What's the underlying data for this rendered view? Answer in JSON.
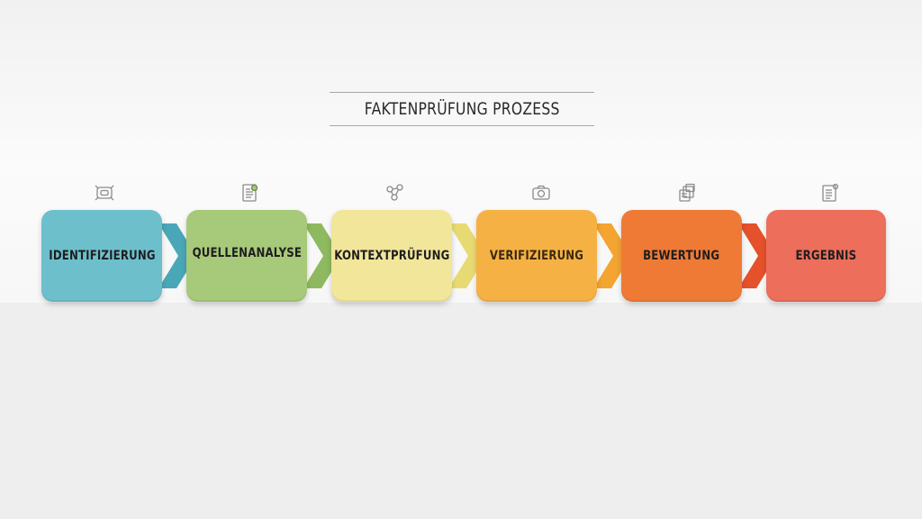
{
  "title": "FAKTENPRÜFUNG PROZESS",
  "steps": [
    {
      "label": "IDENTIFIZIERUNG",
      "color": "#6dbfcc",
      "chevron": "#4aa7b7",
      "icon": "target-icon"
    },
    {
      "label": "QUELLENANALYSE",
      "color": "#a7c97a",
      "chevron": "#8fb960",
      "icon": "document-icon"
    },
    {
      "label": "KONTEXTPRÜFUNG",
      "color": "#f1e69a",
      "chevron": "#e8da73",
      "icon": "network-icon"
    },
    {
      "label": "VERIFIZIERUNG",
      "color": "#f6b144",
      "chevron": "#f3a431",
      "icon": "camera-icon"
    },
    {
      "label": "BEWERTUNG",
      "color": "#ef7a35",
      "chevron": "#e4512b",
      "icon": "stack-icon"
    },
    {
      "label": "ERGEBNIS",
      "color": "#ec6e5b",
      "chevron": null,
      "icon": "report-icon"
    }
  ]
}
